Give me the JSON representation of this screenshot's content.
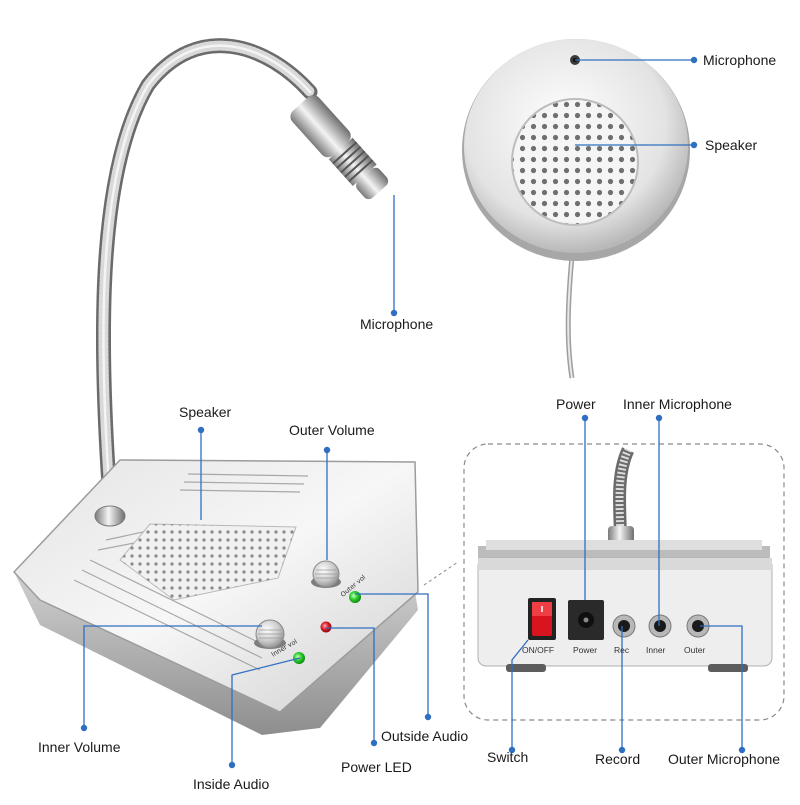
{
  "labels": {
    "microphone_top": "Microphone",
    "speaker_top": "Speaker",
    "microphone_gooseneck": "Microphone",
    "speaker_base": "Speaker",
    "outer_volume": "Outer Volume",
    "inner_volume": "Inner Volume",
    "inside_audio": "Inside Audio",
    "power_led": "Power LED",
    "outside_audio": "Outside Audio",
    "power": "Power",
    "inner_microphone": "Inner Microphone",
    "switch": "Switch",
    "record": "Record",
    "outer_microphone": "Outer Microphone"
  },
  "panel_labels": {
    "on_off": "ON/OFF",
    "power": "Power",
    "rec": "Rec",
    "inner": "Inner",
    "outer": "Outer"
  },
  "knob_labels": {
    "outer": "Outer vol",
    "inner": "Inner vol"
  },
  "colors": {
    "callout_line": "#2f6fc1",
    "callout_dot": "#2f6fc1",
    "led_green": "#2fd12f",
    "led_red": "#e0202a",
    "switch_red": "#d8141e"
  }
}
